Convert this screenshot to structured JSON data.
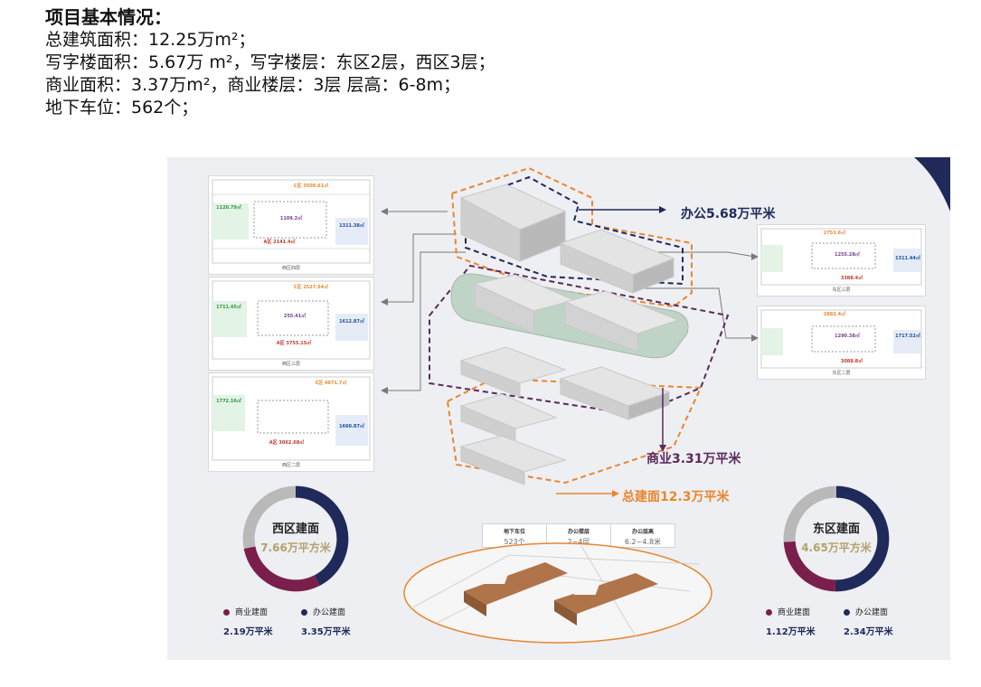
{
  "intro": {
    "heading": "项目基本情况：",
    "lines": [
      "总建筑面积：12.25万m²；",
      "写字楼面积：5.67万 m²，写字楼层：东区2层，西区3层；",
      "商业面积：3.37万m²，商业楼层：3层 层高：6-8m；",
      "地下车位：562个；"
    ]
  },
  "callouts": {
    "office": "办公5.68万平米",
    "commercial": "商业3.31万平米",
    "total": "总建面12.3万平米"
  },
  "west_plans": [
    {
      "caption": "西区四层",
      "areas": [
        "C区 3509.61㎡",
        "1120.79㎡",
        "1109.2㎡",
        "A区 2141.4㎡",
        "1311.38㎡"
      ]
    },
    {
      "caption": "西区三层",
      "areas": [
        "C区 2527.54㎡",
        "1711.45㎡",
        "255.41㎡",
        "A区 3755.15㎡",
        "1612.87㎡"
      ]
    },
    {
      "caption": "西区二层",
      "areas": [
        "C区 4071.7㎡",
        "1772.16㎡",
        "A区 3062.68㎡",
        "1660.87㎡"
      ]
    }
  ],
  "east_plans": [
    {
      "caption": "东区三层",
      "areas": [
        "2753.6㎡",
        "1255.28㎡",
        "1311.44㎡",
        "3388.4㎡"
      ]
    },
    {
      "caption": "东区二层",
      "areas": [
        "2882.4㎡",
        "1290.38㎡",
        "1717.52㎡",
        "3088.8㎡"
      ]
    }
  ],
  "stats": [
    {
      "label": "地下车位",
      "value": "523个"
    },
    {
      "label": "办公楼层",
      "value": "2~4层"
    },
    {
      "label": "办公层高",
      "value": "6.2~4.8米"
    }
  ],
  "west_donut": {
    "title": "西区建面",
    "total": "7.66万平方米",
    "legend": [
      "商业建面",
      "办公建面"
    ],
    "values": [
      "2.19万平米",
      "3.35万平米"
    ],
    "shares": [
      0.41,
      0.59
    ],
    "other_share": 0.28
  },
  "east_donut": {
    "title": "东区建面",
    "total": "4.65万平方米",
    "legend": [
      "商业建面",
      "办公建面"
    ],
    "values": [
      "1.12万平米",
      "2.34万平米"
    ],
    "shares": [
      0.32,
      0.68
    ],
    "other_share": 0.26
  },
  "colors": {
    "commercial": "#7a1f4b",
    "office": "#1f2a5a",
    "orange": "#e9862f",
    "grey": "#b9b9b9",
    "green": "#2e9a3c",
    "purple": "#7a3d8e"
  }
}
